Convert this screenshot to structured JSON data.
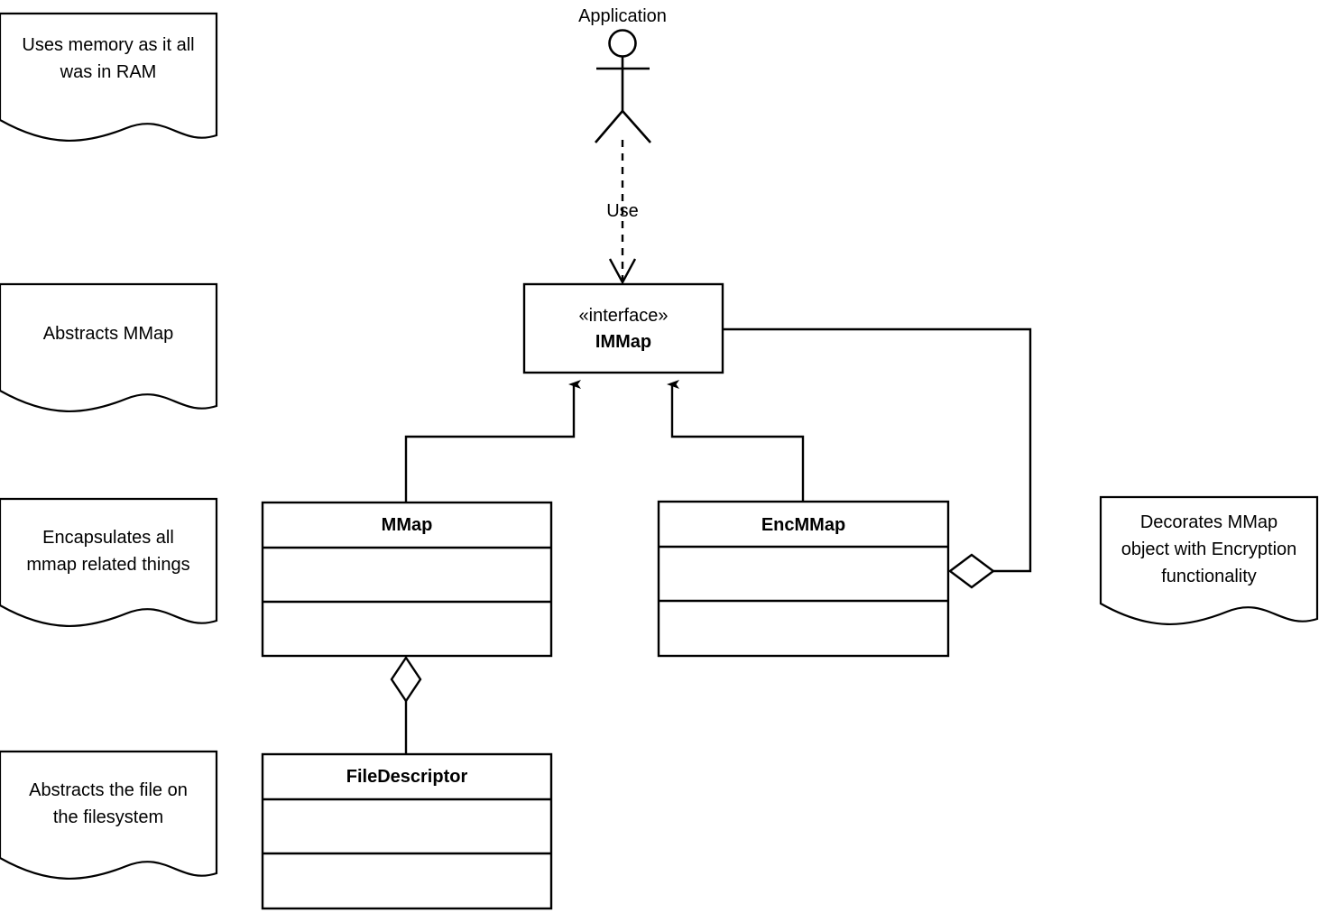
{
  "diagram": {
    "type": "uml-class-diagram",
    "background": "#ffffff",
    "stroke": "#000000"
  },
  "actor": {
    "name": "Application",
    "icon": "stick-figure-actor"
  },
  "edges": {
    "use_label": "Use",
    "use_kind": "dependency-dashed-open-arrow",
    "generalization_kind": "generalization-solid-arrow",
    "aggregation_kind": "aggregation-hollow-diamond"
  },
  "interface": {
    "stereotype": "«interface»",
    "name": "IMMap"
  },
  "classes": [
    {
      "name": "MMap",
      "compartments": [
        "",
        ""
      ]
    },
    {
      "name": "EncMMap",
      "compartments": [
        "",
        ""
      ]
    },
    {
      "name": "FileDescriptor",
      "compartments": [
        "",
        ""
      ]
    }
  ],
  "notes": [
    {
      "id": "note-ram",
      "text": "Uses memory as it all\nwas in RAM"
    },
    {
      "id": "note-abstracts",
      "text": "Abstracts MMap"
    },
    {
      "id": "note-encapsulates",
      "text": "Encapsulates all\nmmap related things"
    },
    {
      "id": "note-file",
      "text": "Abstracts the file on\nthe filesystem"
    },
    {
      "id": "note-decorates",
      "text": "Decorates MMap\nobject with Encryption\nfunctionality"
    }
  ]
}
